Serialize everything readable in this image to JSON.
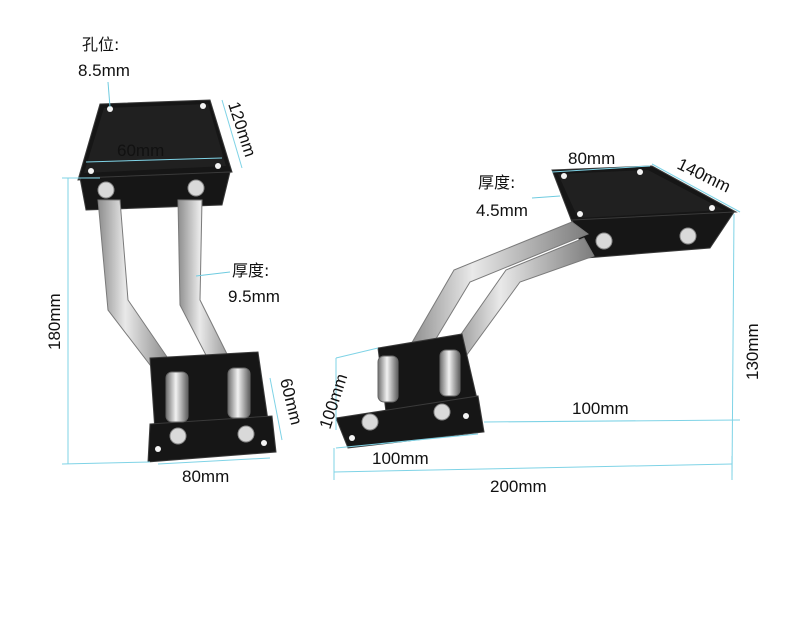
{
  "left_view": {
    "hole_label": "孔位:",
    "hole_value": "8.5mm",
    "top_width": "60mm",
    "top_depth": "120mm",
    "thickness_label": "厚度:",
    "thickness_value": "9.5mm",
    "height": "180mm",
    "base_depth": "60mm",
    "base_width": "80mm"
  },
  "right_view": {
    "top_width": "80mm",
    "top_depth": "140mm",
    "thickness_label": "厚度:",
    "thickness_value": "4.5mm",
    "height": "130mm",
    "offset": "100mm",
    "base_depth": "100mm",
    "base_width": "100mm",
    "total_length": "200mm"
  },
  "colors": {
    "dimension_line": "#7fd3e6",
    "plate": "#161616",
    "steel": "#c8c8c8"
  }
}
